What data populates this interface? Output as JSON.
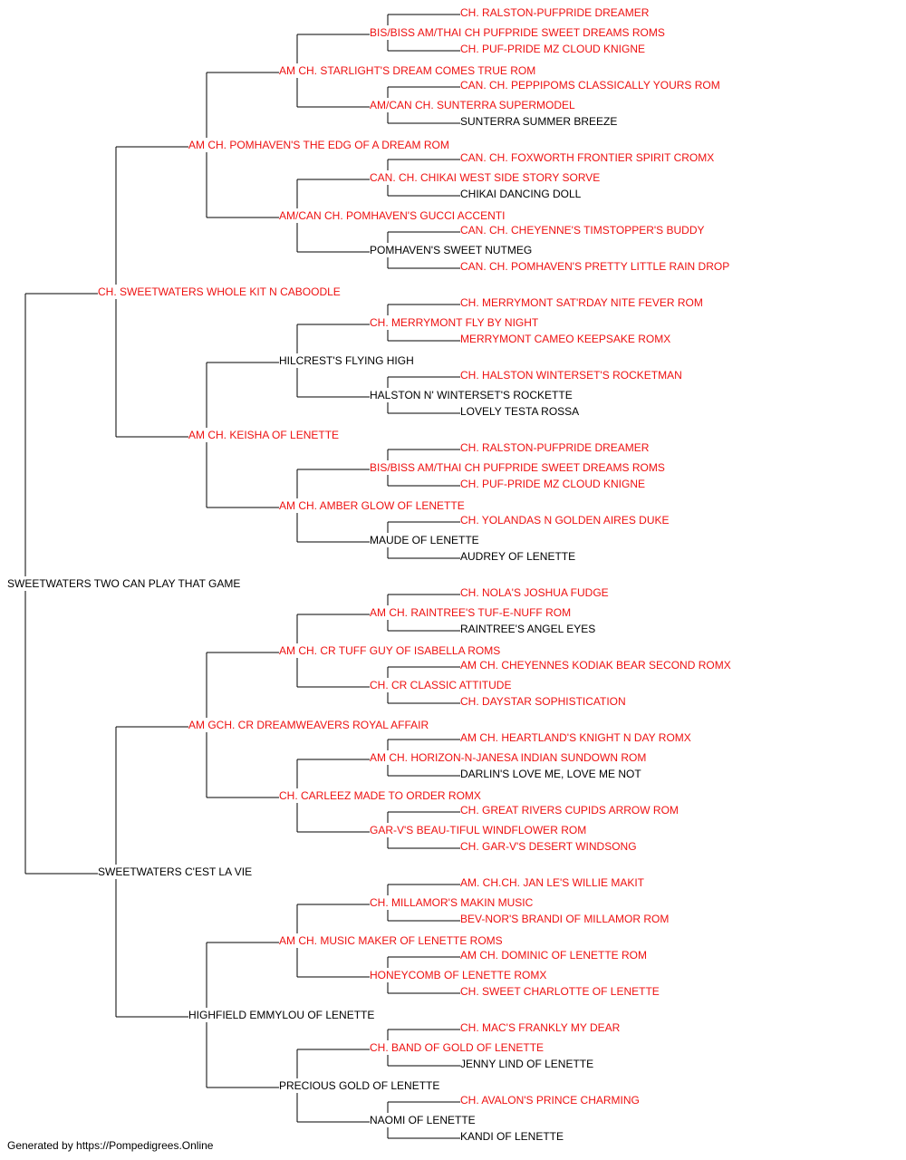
{
  "pedigree": {
    "name": "SWEETWATERS TWO CAN PLAY THAT GAME",
    "titled": false,
    "sire": {
      "name": "CH. SWEETWATERS WHOLE KIT N CABOODLE",
      "titled": true,
      "sire": {
        "name": "AM CH. POMHAVEN'S THE EDG OF A DREAM ROM",
        "titled": true,
        "sire": {
          "name": "AM CH. STARLIGHT'S DREAM COMES TRUE ROM",
          "titled": true,
          "sire": {
            "name": "BIS/BISS AM/THAI CH PUFPRIDE SWEET DREAMS ROMS",
            "titled": true,
            "sire": {
              "name": "CH. RALSTON-PUFPRIDE DREAMER",
              "titled": true
            },
            "dam": {
              "name": "CH. PUF-PRIDE MZ CLOUD KNIGNE",
              "titled": true
            }
          },
          "dam": {
            "name": "AM/CAN CH. SUNTERRA SUPERMODEL",
            "titled": true,
            "sire": {
              "name": "CAN. CH. PEPPIPOMS CLASSICALLY YOURS ROM",
              "titled": true
            },
            "dam": {
              "name": "SUNTERRA SUMMER BREEZE",
              "titled": false
            }
          }
        },
        "dam": {
          "name": "AM/CAN CH. POMHAVEN'S GUCCI ACCENTI",
          "titled": true,
          "sire": {
            "name": "CAN. CH. CHIKAI WEST SIDE STORY SORVE",
            "titled": true,
            "sire": {
              "name": "CAN. CH. FOXWORTH FRONTIER SPIRIT CROMX",
              "titled": true
            },
            "dam": {
              "name": "CHIKAI DANCING DOLL",
              "titled": false
            }
          },
          "dam": {
            "name": "POMHAVEN'S SWEET NUTMEG",
            "titled": false,
            "sire": {
              "name": "CAN. CH. CHEYENNE'S TIMSTOPPER'S BUDDY",
              "titled": true
            },
            "dam": {
              "name": "CAN. CH. POMHAVEN'S PRETTY LITTLE RAIN DROP",
              "titled": true
            }
          }
        }
      },
      "dam": {
        "name": "AM CH. KEISHA OF LENETTE",
        "titled": true,
        "sire": {
          "name": "HILCREST'S FLYING HIGH",
          "titled": false,
          "sire": {
            "name": "CH. MERRYMONT FLY BY NIGHT",
            "titled": true,
            "sire": {
              "name": "CH. MERRYMONT SAT'RDAY NITE FEVER ROM",
              "titled": true
            },
            "dam": {
              "name": "MERRYMONT CAMEO KEEPSAKE ROMX",
              "titled": true
            }
          },
          "dam": {
            "name": "HALSTON N' WINTERSET'S ROCKETTE",
            "titled": false,
            "sire": {
              "name": "CH. HALSTON WINTERSET'S ROCKETMAN",
              "titled": true
            },
            "dam": {
              "name": "LOVELY TESTA ROSSA",
              "titled": false
            }
          }
        },
        "dam": {
          "name": "AM CH. AMBER GLOW OF LENETTE",
          "titled": true,
          "sire": {
            "name": "BIS/BISS AM/THAI CH PUFPRIDE SWEET DREAMS ROMS",
            "titled": true,
            "sire": {
              "name": "CH. RALSTON-PUFPRIDE DREAMER",
              "titled": true
            },
            "dam": {
              "name": "CH. PUF-PRIDE MZ CLOUD KNIGNE",
              "titled": true
            }
          },
          "dam": {
            "name": "MAUDE OF LENETTE",
            "titled": false,
            "sire": {
              "name": "CH. YOLANDAS N GOLDEN AIRES DUKE",
              "titled": true
            },
            "dam": {
              "name": "AUDREY OF LENETTE",
              "titled": false
            }
          }
        }
      }
    },
    "dam": {
      "name": "SWEETWATERS C'EST LA VIE",
      "titled": false,
      "sire": {
        "name": "AM GCH. CR DREAMWEAVERS ROYAL AFFAIR",
        "titled": true,
        "sire": {
          "name": "AM CH. CR TUFF GUY OF ISABELLA ROMS",
          "titled": true,
          "sire": {
            "name": "AM CH. RAINTREE'S TUF-E-NUFF ROM",
            "titled": true,
            "sire": {
              "name": "CH. NOLA'S JOSHUA FUDGE",
              "titled": true
            },
            "dam": {
              "name": "RAINTREE'S ANGEL EYES",
              "titled": false
            }
          },
          "dam": {
            "name": "CH. CR CLASSIC ATTITUDE",
            "titled": true,
            "sire": {
              "name": "AM CH. CHEYENNES KODIAK BEAR SECOND ROMX",
              "titled": true
            },
            "dam": {
              "name": "CH. DAYSTAR SOPHISTICATION",
              "titled": true
            }
          }
        },
        "dam": {
          "name": "CH. CARLEEZ MADE TO ORDER ROMX",
          "titled": true,
          "sire": {
            "name": "AM CH. HORIZON-N-JANESA INDIAN SUNDOWN ROM",
            "titled": true,
            "sire": {
              "name": "AM CH. HEARTLAND'S KNIGHT N DAY ROMX",
              "titled": true
            },
            "dam": {
              "name": "DARLIN'S LOVE ME, LOVE ME NOT",
              "titled": false
            }
          },
          "dam": {
            "name": "GAR-V'S BEAU-TIFUL WINDFLOWER ROM",
            "titled": true,
            "sire": {
              "name": "CH. GREAT RIVERS CUPIDS ARROW ROM",
              "titled": true
            },
            "dam": {
              "name": "CH. GAR-V'S DESERT WINDSONG",
              "titled": true
            }
          }
        }
      },
      "dam": {
        "name": "HIGHFIELD EMMYLOU OF LENETTE",
        "titled": false,
        "sire": {
          "name": "AM CH. MUSIC MAKER OF LENETTE ROMS",
          "titled": true,
          "sire": {
            "name": "CH. MILLAMOR'S MAKIN MUSIC",
            "titled": true,
            "sire": {
              "name": "AM. CH.CH. JAN LE'S WILLIE MAKIT",
              "titled": true
            },
            "dam": {
              "name": "BEV-NOR'S BRANDI OF MILLAMOR ROM",
              "titled": true
            }
          },
          "dam": {
            "name": "HONEYCOMB OF LENETTE ROMX",
            "titled": true,
            "sire": {
              "name": "AM CH. DOMINIC OF LENETTE ROM",
              "titled": true
            },
            "dam": {
              "name": "CH. SWEET CHARLOTTE OF LENETTE",
              "titled": true
            }
          }
        },
        "dam": {
          "name": "PRECIOUS GOLD OF LENETTE",
          "titled": false,
          "sire": {
            "name": "CH. BAND OF GOLD OF LENETTE",
            "titled": true,
            "sire": {
              "name": "CH. MAC'S FRANKLY MY DEAR",
              "titled": true
            },
            "dam": {
              "name": "JENNY LIND OF LENETTE",
              "titled": false
            }
          },
          "dam": {
            "name": "NAOMI OF LENETTE",
            "titled": false,
            "sire": {
              "name": "CH. AVALON'S PRINCE CHARMING",
              "titled": true
            },
            "dam": {
              "name": "KANDI OF LENETTE",
              "titled": false
            }
          }
        }
      }
    }
  },
  "colors": {
    "titled": "#ee1111",
    "untitled": "#000000",
    "line": "#000000"
  },
  "footer": "Generated by https://Pompedigrees.Online"
}
